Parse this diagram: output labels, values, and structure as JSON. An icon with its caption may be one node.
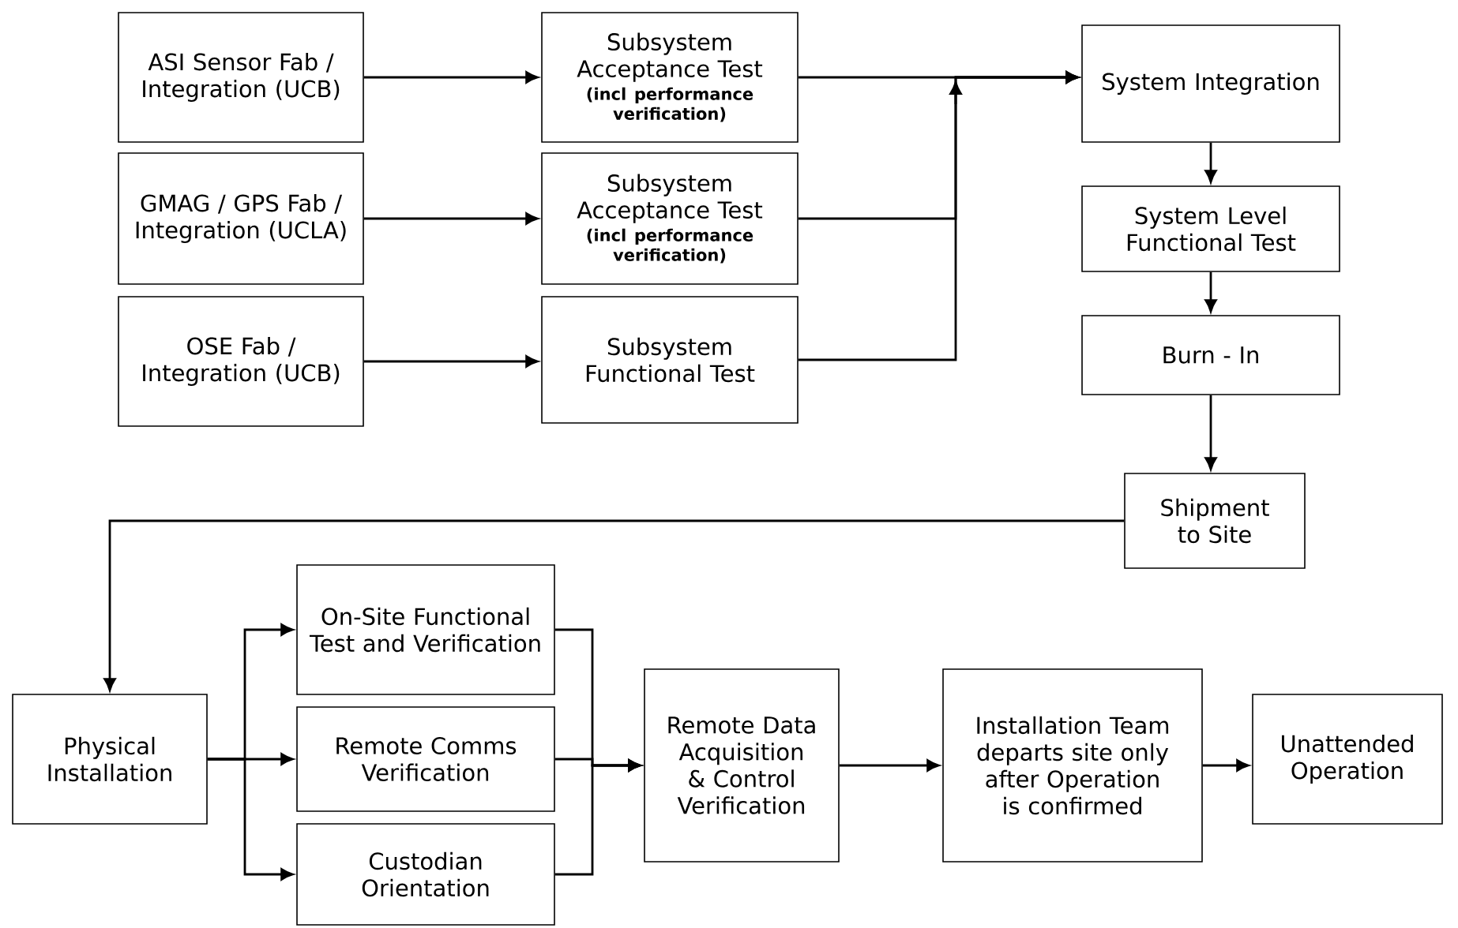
{
  "diagram": {
    "nodes": [
      {
        "text": [
          "ASI Sensor Fab / Integration (UCB)"
        ]
      },
      {
        "text": [
          "GMAG / GPS Fab / Integration (UCLA)"
        ]
      },
      {
        "text": [
          "OSE Fab / Integration (UCB)"
        ]
      },
      {
        "text": [
          "Subsystem Acceptance Test",
          "(incl performance verification)"
        ]
      },
      {
        "text": [
          "Subsystem Acceptance Test",
          "(incl performance verification)"
        ]
      },
      {
        "text": [
          "Subsystem Functional Test"
        ]
      },
      {
        "text": [
          "System Integration"
        ]
      },
      {
        "text": [
          "System Level Functional Test"
        ]
      },
      {
        "text": [
          "Burn - In"
        ]
      },
      {
        "text": [
          "Shipment to Site"
        ]
      },
      {
        "text": [
          "Physical Installation"
        ]
      },
      {
        "text": [
          "On-Site Functional Test and Verification"
        ]
      },
      {
        "text": [
          "Remote Comms Verification"
        ]
      },
      {
        "text": [
          "Custodian Orientation"
        ]
      },
      {
        "text": [
          "Remote Data Acquisition & Control Verification"
        ]
      },
      {
        "text": [
          "Installation Team departs site only after Operation is confirmed"
        ]
      },
      {
        "text": [
          "Unattended Operation"
        ]
      }
    ],
    "edges": [
      {
        "from": 0,
        "to": 3,
        "arrow": "to"
      },
      {
        "from": 1,
        "to": 4,
        "arrow": "to"
      },
      {
        "from": 2,
        "to": 5,
        "arrow": "to"
      },
      {
        "from": 3,
        "to": 6,
        "arrow": "to"
      },
      {
        "from": 4,
        "to": 6,
        "arrow": "to"
      },
      {
        "from": 5,
        "to": 6,
        "arrow": "to"
      },
      {
        "from": 6,
        "to": 7,
        "arrow": "to"
      },
      {
        "from": 7,
        "to": 8,
        "arrow": "to"
      },
      {
        "from": 8,
        "to": 9,
        "arrow": "to"
      },
      {
        "from": 9,
        "to": 10,
        "arrow": "to"
      },
      {
        "from": 10,
        "to": 11,
        "arrow": "to"
      },
      {
        "from": 10,
        "to": 12,
        "arrow": "to"
      },
      {
        "from": 10,
        "to": 13,
        "arrow": "to"
      },
      {
        "from": 11,
        "to": 14,
        "arrow": "to"
      },
      {
        "from": 12,
        "to": 14,
        "arrow": "to"
      },
      {
        "from": 13,
        "to": 14,
        "arrow": "to"
      },
      {
        "from": 14,
        "to": 15,
        "arrow": "to"
      },
      {
        "from": 15,
        "to": 16,
        "arrow": "to"
      }
    ]
  }
}
